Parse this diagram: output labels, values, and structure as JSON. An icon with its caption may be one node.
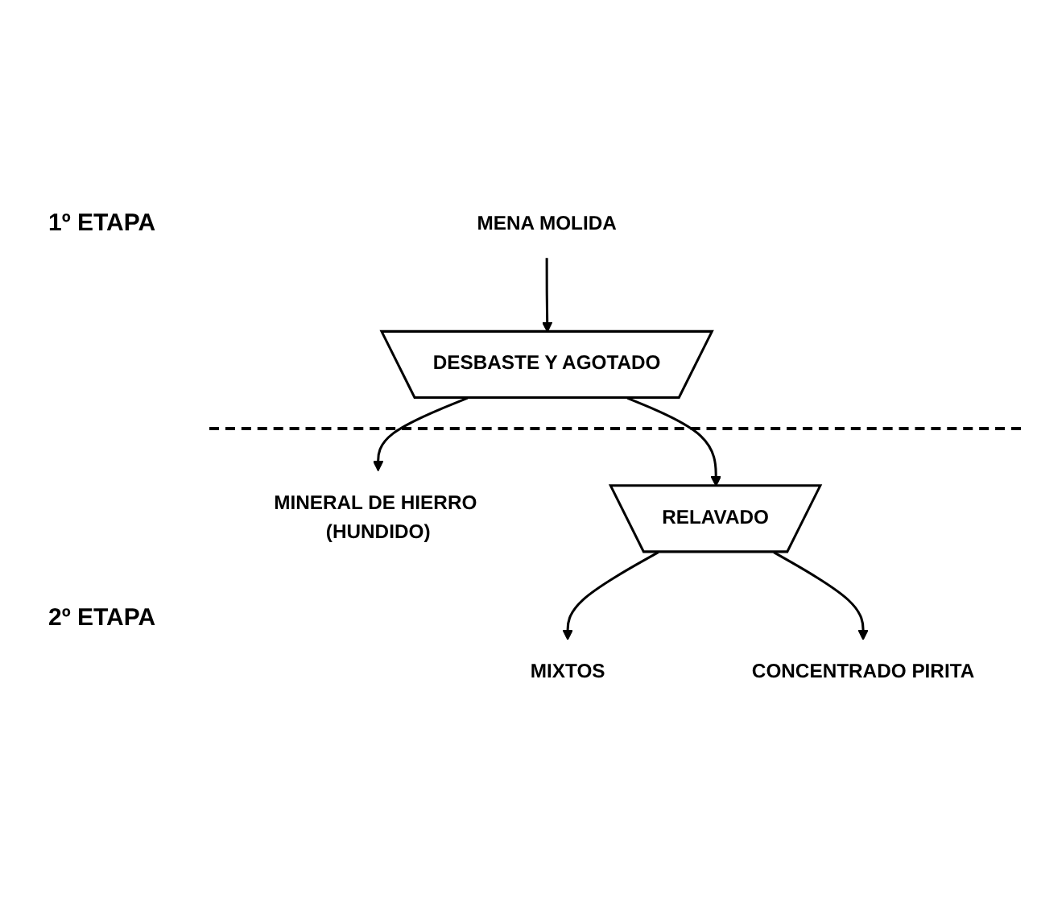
{
  "diagram": {
    "nodes": [
      {
        "text": [
          "MENA MOLIDA"
        ]
      },
      {
        "text": [
          "DESBASTE Y AGOTADO"
        ]
      },
      {
        "text": [
          "MINERAL DE HIERRO (HUNDIDO)"
        ]
      },
      {
        "text": [
          "RELAVADO"
        ]
      },
      {
        "text": [
          "MIXTOS"
        ]
      },
      {
        "text": [
          "CONCENTRADO PIRITA"
        ]
      }
    ],
    "edges": [
      {
        "from": 0,
        "to": 1,
        "arrow": "to"
      },
      {
        "from": 1,
        "to": 2,
        "arrow": "to"
      },
      {
        "from": 1,
        "to": 3,
        "arrow": "to"
      },
      {
        "from": 3,
        "to": 4,
        "arrow": "to"
      },
      {
        "from": 3,
        "to": 5,
        "arrow": "to"
      }
    ],
    "labels": [
      "1º ETAPA",
      "2º ETAPA"
    ]
  }
}
